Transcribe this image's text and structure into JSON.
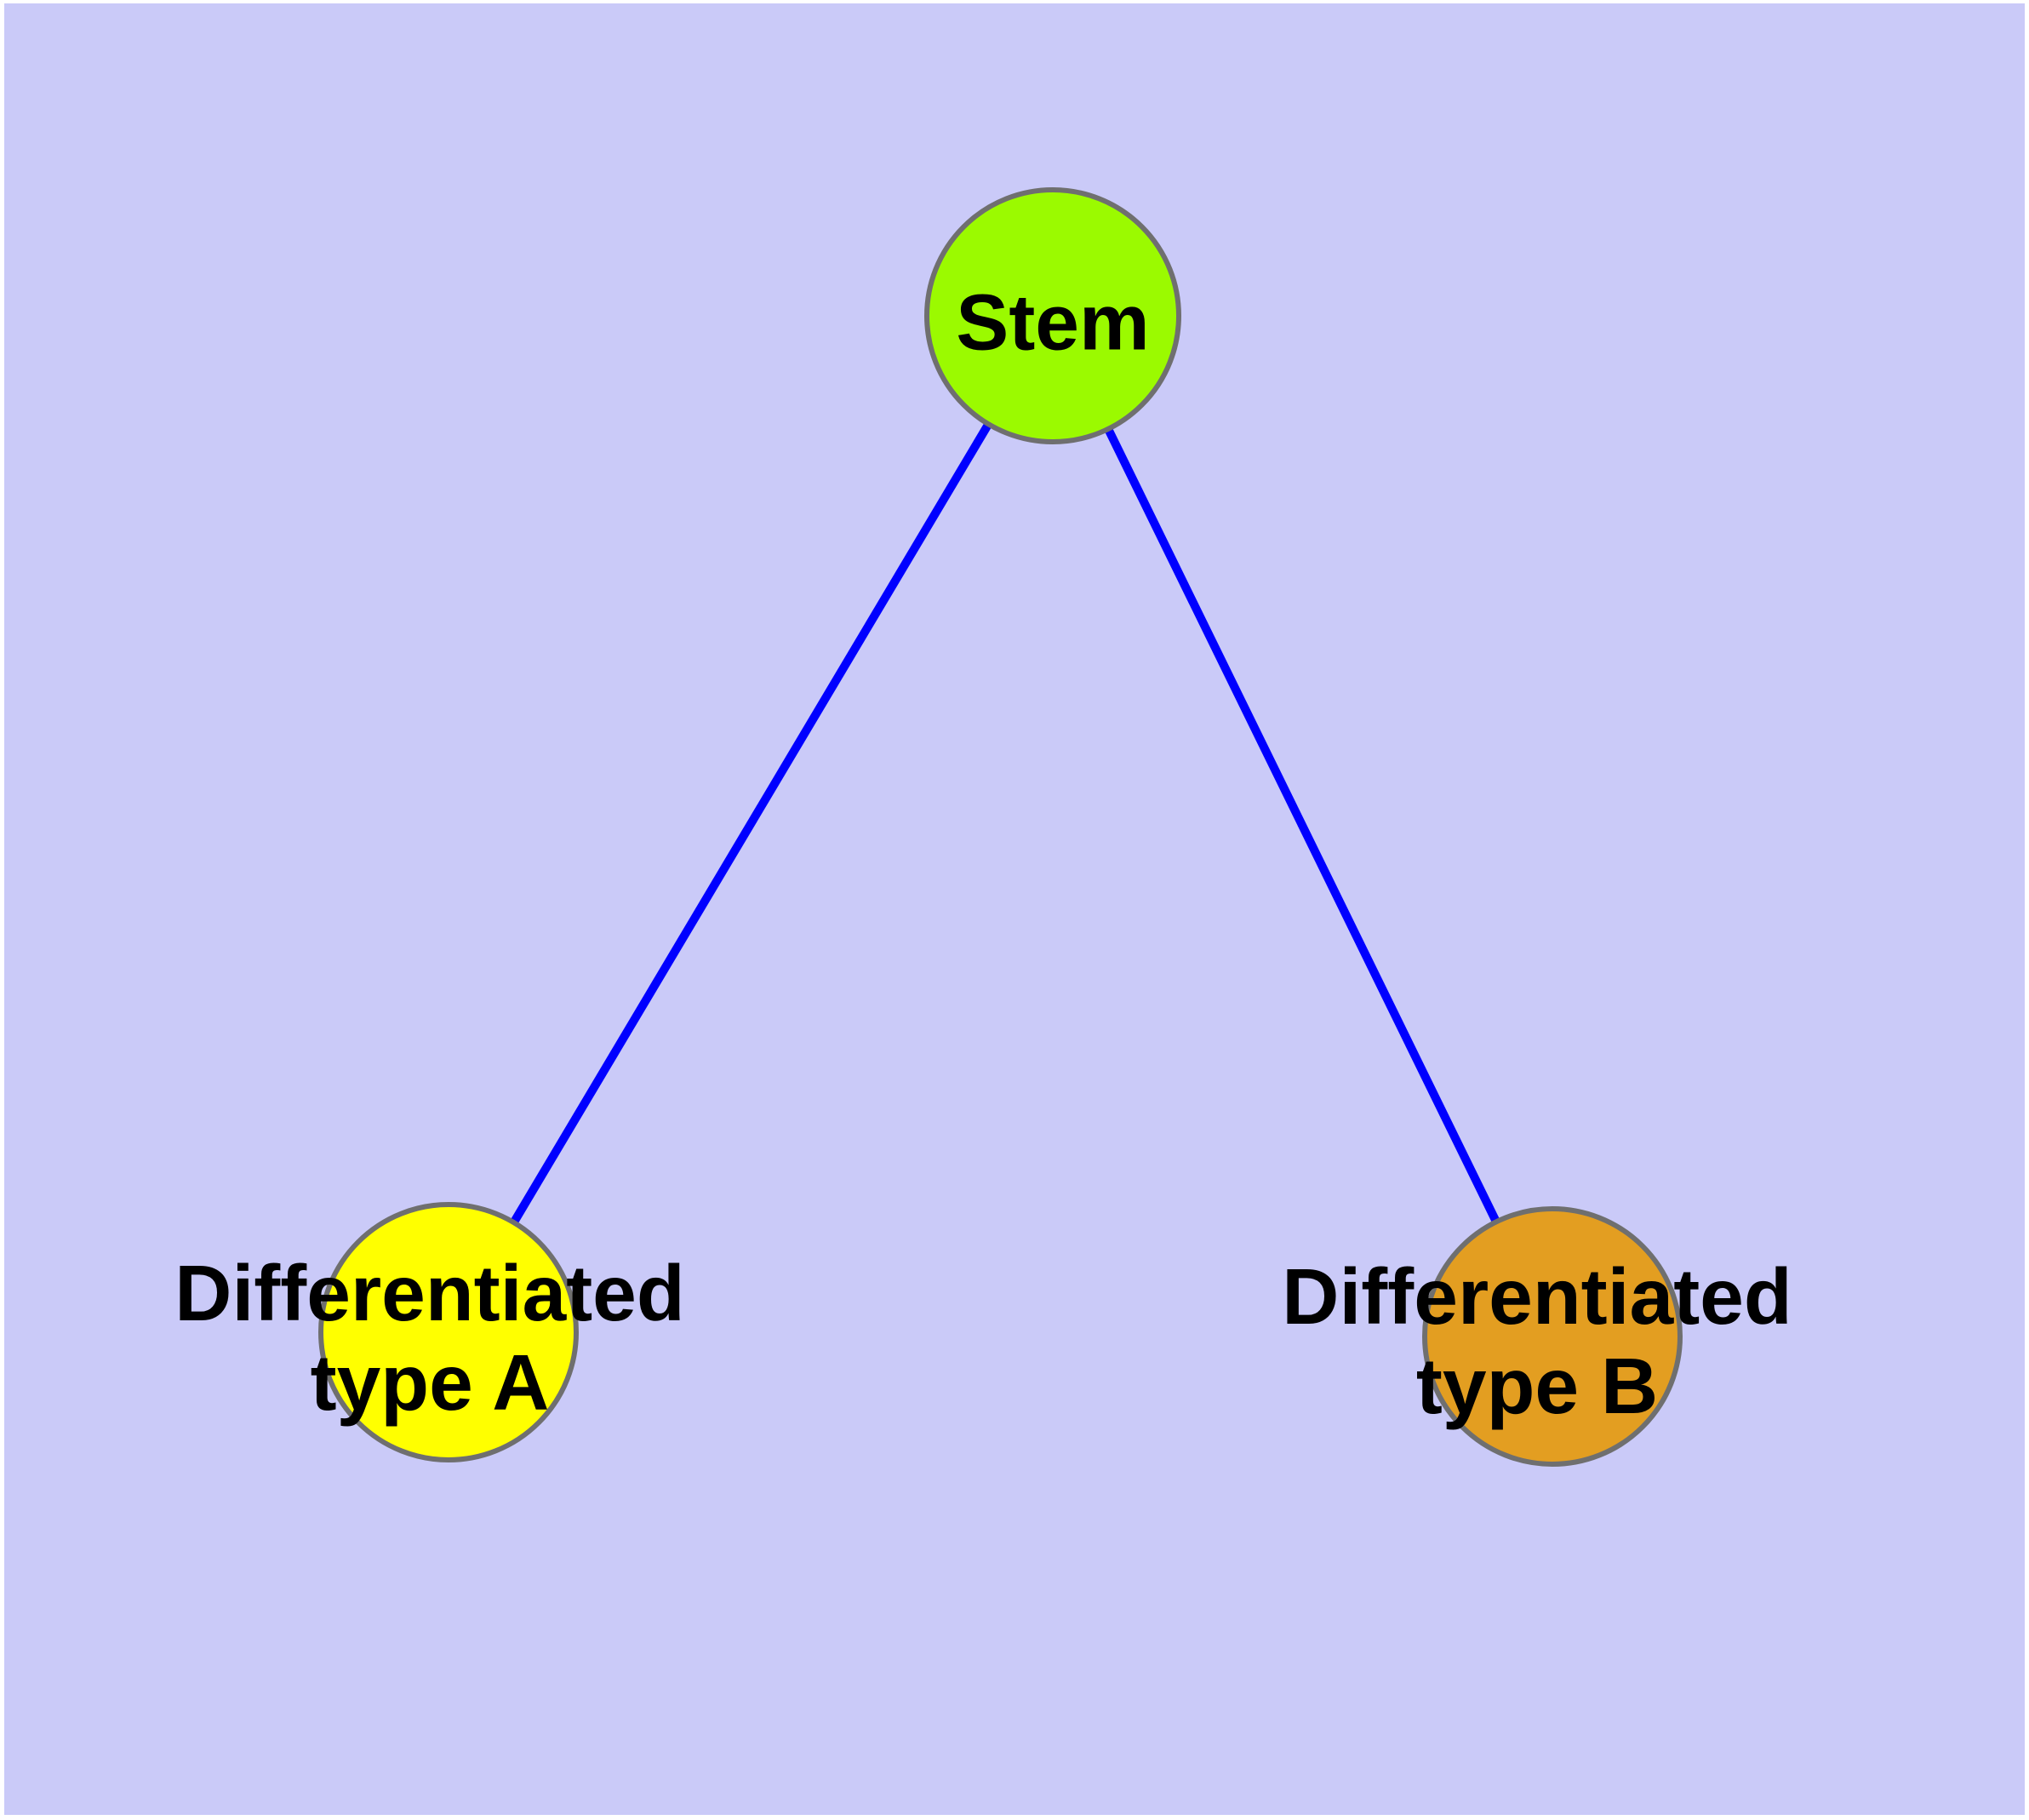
{
  "diagram": {
    "type": "graph",
    "background_color": "#CACAF8",
    "page_margin_color": "#FFFFFF",
    "label_color": "#000000",
    "node_border_color": "#6F6F6F",
    "nodes": {
      "stem": {
        "label": "Stem",
        "color": "#9BFA00"
      },
      "type_a": {
        "label": "Differentiated\ntype A",
        "color": "#FFFF00"
      },
      "type_b": {
        "label": "Differentiated\ntype B",
        "color": "#E39E21"
      }
    },
    "edges": [
      {
        "from": "Stem",
        "to": "Differentiated type A",
        "color": "#0000FF"
      },
      {
        "from": "Stem",
        "to": "Differentiated type B",
        "color": "#0000FF"
      }
    ]
  }
}
